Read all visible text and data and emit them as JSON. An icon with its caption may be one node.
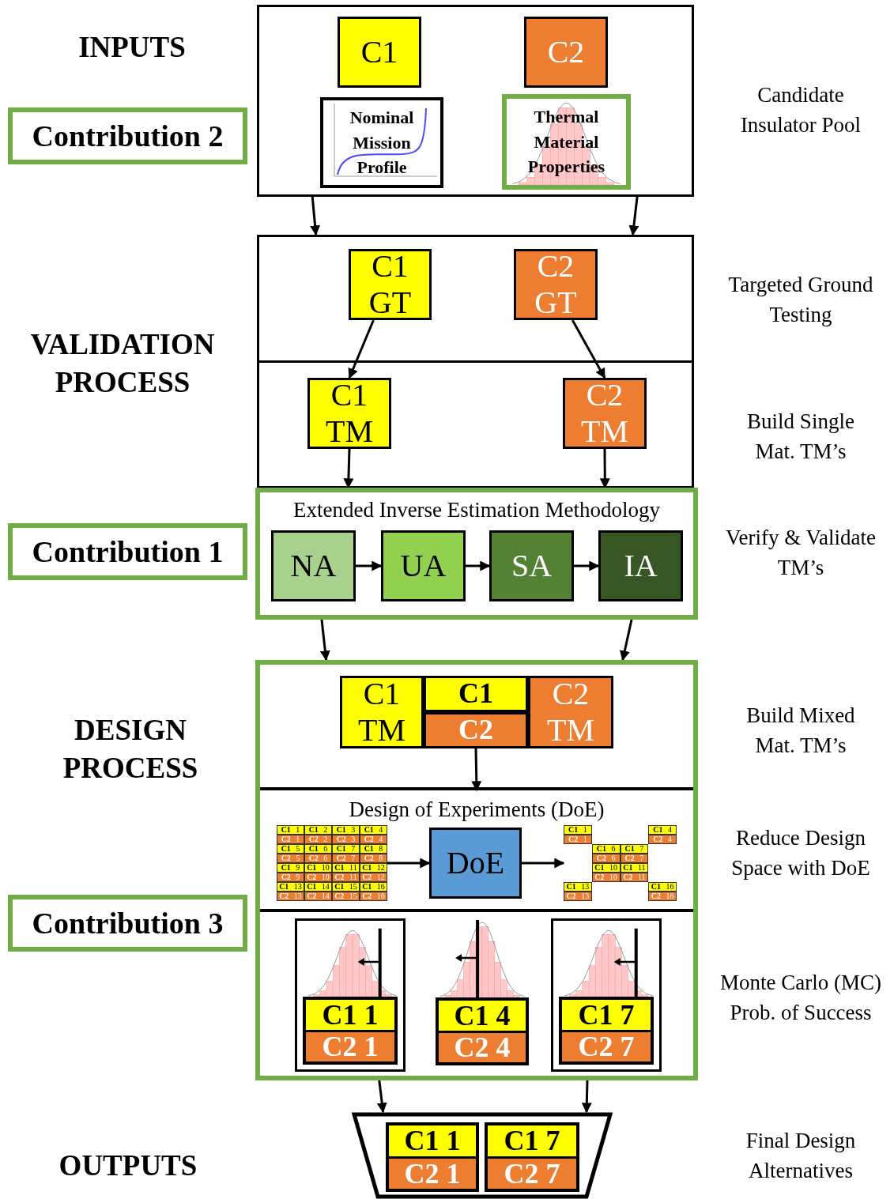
{
  "diagram": {
    "nodes": [
      {
        "text": [],
        "shape": "box"
      },
      {
        "text": [
          "C1"
        ],
        "in": 0
      },
      {
        "text": [
          "C2"
        ],
        "in": 0
      },
      {
        "text": [
          "Nominal Mission Profile"
        ],
        "in": 0
      },
      {
        "text": [
          "Thermal Material Properties"
        ],
        "in": 0
      },
      {
        "text": [],
        "shape": "box"
      },
      {
        "text": [
          "C1 GT"
        ],
        "in": 5
      },
      {
        "text": [
          "C2 GT"
        ],
        "in": 5
      },
      {
        "text": [],
        "shape": "box"
      },
      {
        "text": [
          "C1 TM"
        ],
        "in": 8
      },
      {
        "text": [
          "C2 TM"
        ],
        "in": 8
      },
      {
        "text": [
          "Extended Inverse Estimation Methodology"
        ]
      },
      {
        "text": [
          "NA"
        ],
        "in": 11
      },
      {
        "text": [
          "UA"
        ],
        "in": 11
      },
      {
        "text": [
          "SA"
        ],
        "in": 11
      },
      {
        "text": [
          "IA"
        ],
        "in": 11
      },
      {
        "text": [],
        "shape": "box"
      },
      {
        "text": [],
        "shape": "box",
        "in": 16
      },
      {
        "text": [
          "C1 TM"
        ],
        "in": 17
      },
      {
        "text": [
          "C1"
        ],
        "in": 17
      },
      {
        "text": [
          "C2"
        ],
        "in": 17
      },
      {
        "text": [
          "C2 TM"
        ],
        "in": 17
      },
      {
        "text": [
          "Design of Experiments (DoE)"
        ],
        "in": 16
      },
      {
        "text": [
          "**C1** 1",
          "**C1** 2",
          "**C1** 3",
          "**C1** 4",
          "**C2** 1",
          "**C2** 2",
          "**C2** 3",
          "**C2** 4",
          "**C1** 5",
          "**C1** 6",
          "**C1** 7",
          "**C1** 8",
          "**C2** 5",
          "**C2** 6",
          "**C2** 7",
          "**C2** 8",
          "**C1** 9",
          "**C1** 10",
          "**C1** 11",
          "**C1** 12",
          "**C2** 9",
          "**C2** 10",
          "**C2** 11",
          "**C2** 12",
          "**C1** 13",
          "**C1** 14",
          "**C1** 15",
          "**C1** 16",
          "**C2** 13",
          "**C2** 14",
          "**C2** 15",
          "**C2** 16"
        ],
        "in": 22
      },
      {
        "text": [
          "DoE"
        ],
        "in": 22
      },
      {
        "text": [
          "**C1** 1",
          "**C1** 4",
          "**C2** 1",
          "**C2** 4",
          "**C1** 6",
          "**C1** 7",
          "**C2** 6",
          "**C2** 7",
          "**C1** 10",
          "**C1** 11",
          "**C2** 10",
          "**C2** 11",
          "**C1** 13",
          "**C1** 16",
          "**C2** 13",
          "**C2** 16"
        ],
        "in": 22
      },
      {
        "text": [],
        "shape": "box",
        "in": 16
      },
      {
        "text": [
          "C1 1",
          "C2 1"
        ],
        "in": 26
      },
      {
        "text": [
          "C1 4",
          "C2 4"
        ],
        "in": 26
      },
      {
        "text": [
          "C1 7",
          "C2 7"
        ],
        "in": 26
      },
      {
        "text": [],
        "shape": "trapezoid"
      },
      {
        "text": [
          "C1 1",
          "C2 1"
        ],
        "in": 30
      },
      {
        "text": [
          "C1 7",
          "C2 7"
        ],
        "in": 30
      },
      {
        "text": [
          "Contribution 2"
        ]
      },
      {
        "text": [
          "Contribution 1"
        ]
      },
      {
        "text": [
          "Contribution 3"
        ]
      }
    ],
    "edges": [
      {
        "from": 0,
        "to": 5,
        "arrow": "to"
      },
      {
        "from": 0,
        "to": 5,
        "arrow": "to"
      },
      {
        "from": 6,
        "to": 9,
        "arrow": "to"
      },
      {
        "from": 7,
        "to": 10,
        "arrow": "to"
      },
      {
        "from": 9,
        "to": 11,
        "arrow": "to"
      },
      {
        "from": 10,
        "to": 11,
        "arrow": "to"
      },
      {
        "from": 11,
        "to": 16,
        "arrow": "to"
      },
      {
        "from": 11,
        "to": 16,
        "arrow": "to"
      },
      {
        "from": 12,
        "to": 13,
        "arrow": "to"
      },
      {
        "from": 13,
        "to": 14,
        "arrow": "to"
      },
      {
        "from": 14,
        "to": 15,
        "arrow": "to"
      },
      {
        "from": 20,
        "to": 22,
        "arrow": "to"
      },
      {
        "from": 23,
        "to": 24,
        "arrow": "to"
      },
      {
        "from": 24,
        "to": 25,
        "arrow": "to"
      },
      {
        "from": 16,
        "to": 30,
        "arrow": "to"
      },
      {
        "from": 16,
        "to": 30,
        "arrow": "to"
      }
    ],
    "labels": [
      "INPUTS",
      "Candidate Insulator Pool",
      "Targeted Ground Testing",
      "VALIDATION PROCESS",
      "Build Single Mat. TM’s",
      "Verify & Validate TM’s",
      "Build Mixed Mat. TM’s",
      "DESIGN PROCESS",
      "Reduce Design Space with DoE",
      "Monte Carlo (MC) Prob. of Success",
      "OUTPUTS",
      "Final Design Alternatives"
    ]
  }
}
